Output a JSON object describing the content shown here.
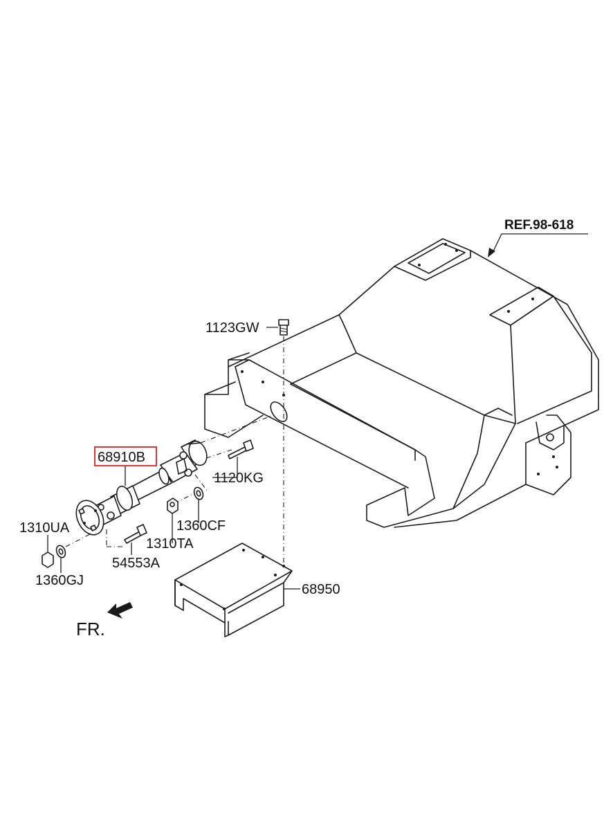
{
  "diagram": {
    "reference": "REF.98-618",
    "highlight_color": "#e0201e",
    "line_color": "#1a1a1a",
    "direction_label": "FR.",
    "parts": {
      "shaft_assembly": "68910B",
      "bolt_top": "1123GW",
      "bolt_flange": "1120KG",
      "nut_rear": "1360CF",
      "nut_front": "1310UA",
      "washer_front": "1360GJ",
      "bolt_yoke": "54553A",
      "nut_mid": "1310TA",
      "bracket_plate": "68950"
    }
  }
}
